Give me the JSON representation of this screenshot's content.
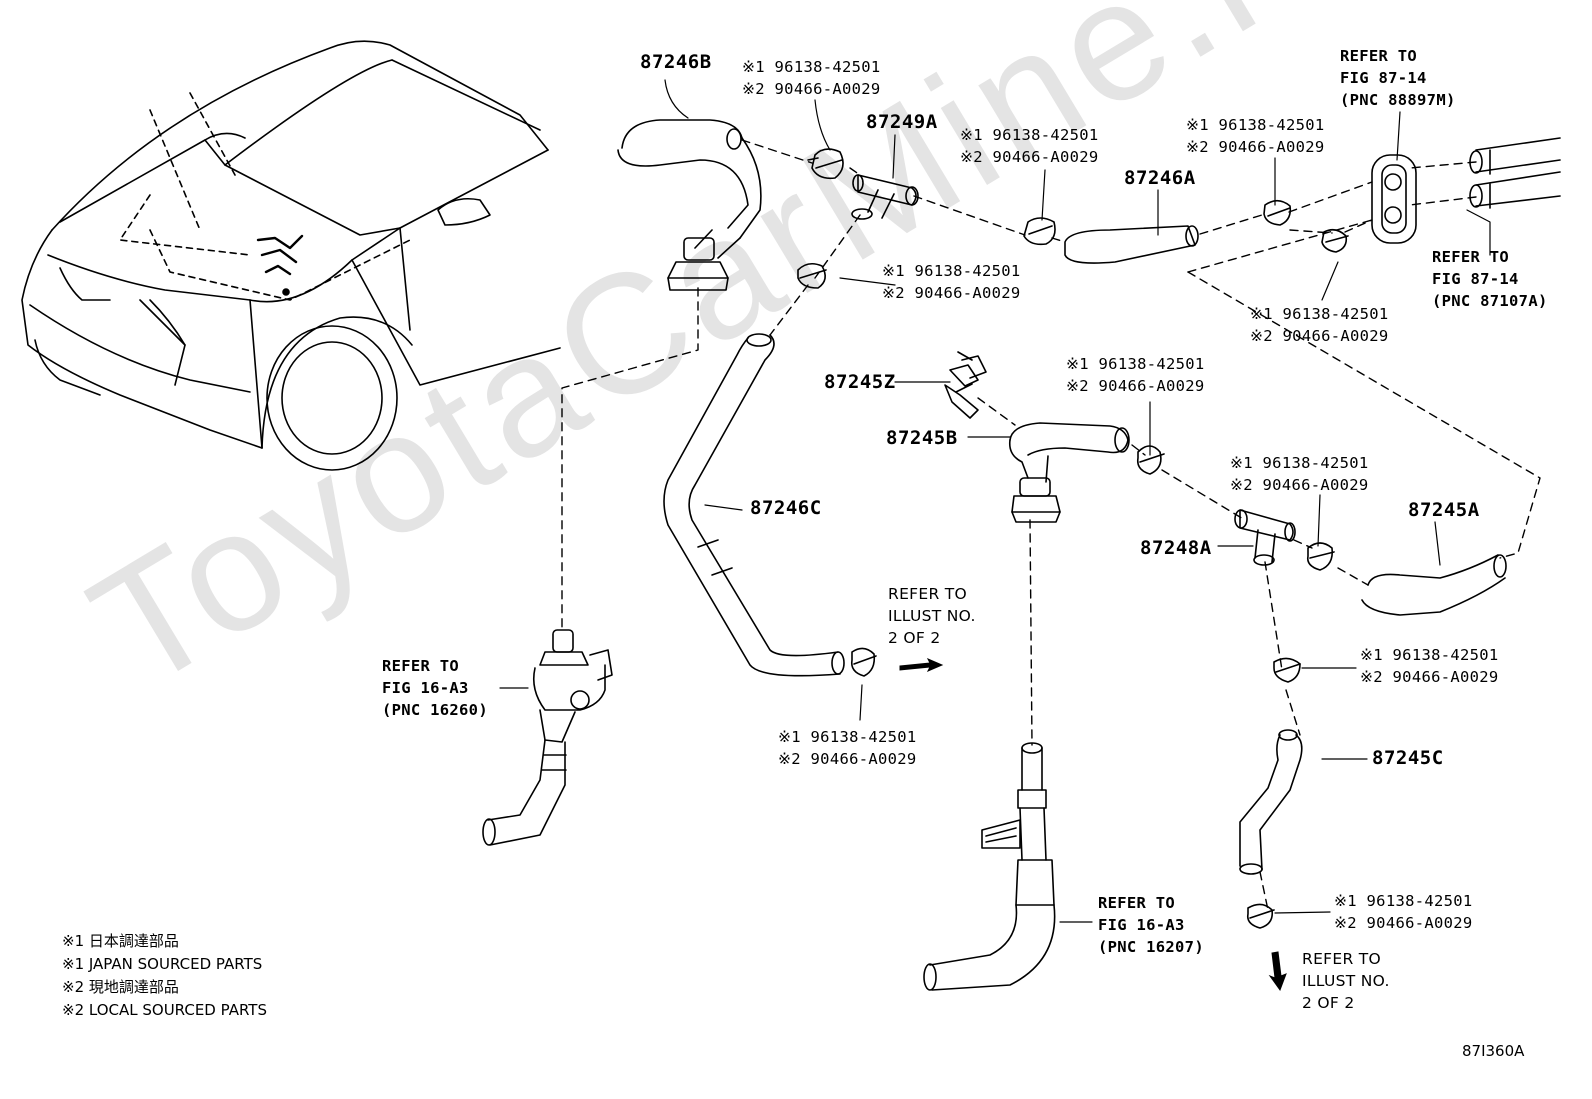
{
  "watermark": "ToyotaCarMine.ru",
  "part_numbers": {
    "p87246B": "87246B",
    "p87249A": "87249A",
    "p87246A": "87246A",
    "p87245Z": "87245Z",
    "p87245B": "87245B",
    "p87246C": "87246C",
    "p87248A": "87248A",
    "p87245A": "87245A",
    "p87245C": "87245C"
  },
  "clamp_label": {
    "line1": "※1 96138-42501",
    "line2": "※2 90466-A0029"
  },
  "refs": {
    "fig_88897M": [
      "REFER TO",
      "FIG 87-14",
      "(PNC 88897M)"
    ],
    "fig_87107A": [
      "REFER TO",
      "FIG 87-14",
      "(PNC 87107A)"
    ],
    "fig_16260": [
      "REFER TO",
      "FIG 16-A3",
      "(PNC 16260)"
    ],
    "fig_16207": [
      "REFER TO",
      "FIG 16-A3",
      "(PNC 16207)"
    ],
    "illust_a": [
      "REFER TO",
      "ILLUST NO.",
      "2 OF 2"
    ],
    "illust_b": [
      "REFER TO",
      "ILLUST NO.",
      "2 OF 2"
    ]
  },
  "legend": [
    "※1 日本調達部品",
    "※1 JAPAN SOURCED PARTS",
    "※2 現地調達部品",
    "※2 LOCAL SOURCED PARTS"
  ],
  "figure_code": "87I360A"
}
